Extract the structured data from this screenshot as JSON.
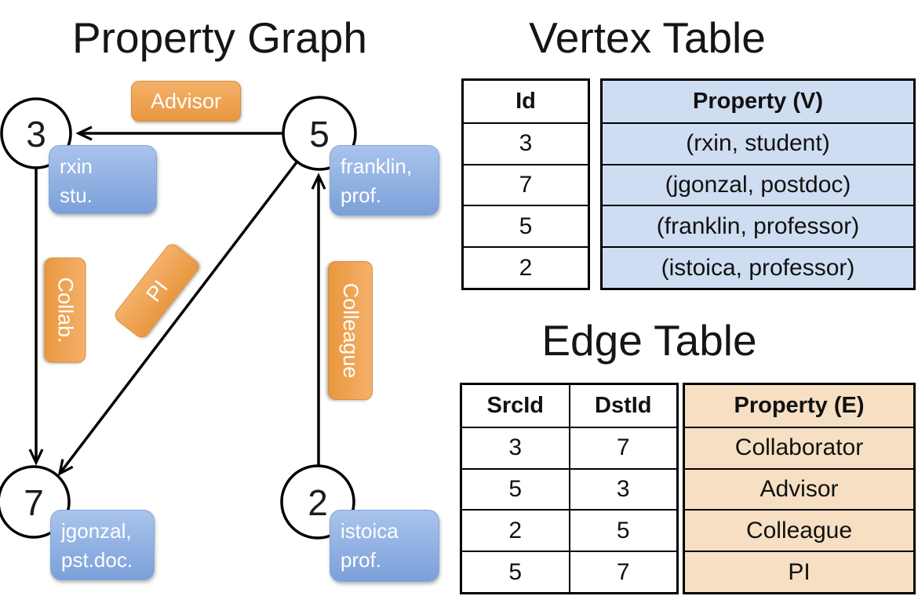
{
  "graph": {
    "title": "Property Graph",
    "nodes": [
      {
        "id": "3",
        "label_line1": "rxin",
        "label_line2": "stu."
      },
      {
        "id": "5",
        "label_line1": "franklin,",
        "label_line2": "prof."
      },
      {
        "id": "7",
        "label_line1": "jgonzal,",
        "label_line2": "pst.doc."
      },
      {
        "id": "2",
        "label_line1": "istoica",
        "label_line2": "prof."
      }
    ],
    "edge_labels": {
      "advisor": "Advisor",
      "collab": "Collab.",
      "pi": "PI",
      "colleague": "Colleague"
    }
  },
  "vertex_table": {
    "title": "Vertex Table",
    "header_id": "Id",
    "header_property": "Property (V)",
    "rows": [
      {
        "id": "3",
        "property": "(rxin, student)"
      },
      {
        "id": "7",
        "property": "(jgonzal, postdoc)"
      },
      {
        "id": "5",
        "property": "(franklin, professor)"
      },
      {
        "id": "2",
        "property": "(istoica, professor)"
      }
    ]
  },
  "edge_table": {
    "title": "Edge Table",
    "header_src": "SrcId",
    "header_dst": "DstId",
    "header_property": "Property (E)",
    "rows": [
      {
        "src": "3",
        "dst": "7",
        "property": "Collaborator"
      },
      {
        "src": "5",
        "dst": "3",
        "property": "Advisor"
      },
      {
        "src": "2",
        "dst": "5",
        "property": "Colleague"
      },
      {
        "src": "5",
        "dst": "7",
        "property": "PI"
      }
    ]
  },
  "colors": {
    "edge_label_orange_top": "#f4b169",
    "edge_label_orange_bottom": "#e99740",
    "property_box_blue_top": "#a9c4ec",
    "property_box_blue_bottom": "#7ba0d9",
    "vertex_table_fill": "#cfddf2",
    "edge_table_fill": "#f6dfc3",
    "line_color": "#000000"
  }
}
